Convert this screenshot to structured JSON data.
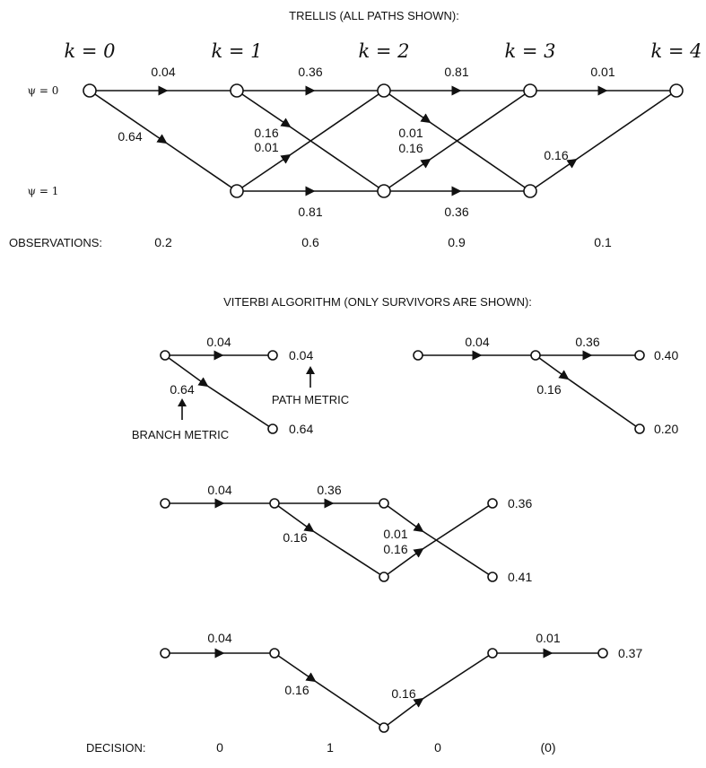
{
  "trellis": {
    "title": "TRELLIS (ALL PATHS SHOWN):",
    "stages": [
      "k = 0",
      "k = 1",
      "k = 2",
      "k = 3",
      "k = 4"
    ],
    "states": [
      "ψ = 0",
      "ψ = 1"
    ],
    "observations_label": "OBSERVATIONS:",
    "observations": [
      "0.2",
      "0.6",
      "0.9",
      "0.1"
    ],
    "branches": [
      {
        "from": [
          0,
          0
        ],
        "to": [
          1,
          0
        ],
        "metric": "0.04"
      },
      {
        "from": [
          0,
          0
        ],
        "to": [
          1,
          1
        ],
        "metric": "0.64"
      },
      {
        "from": [
          1,
          0
        ],
        "to": [
          2,
          0
        ],
        "metric": "0.36"
      },
      {
        "from": [
          1,
          0
        ],
        "to": [
          2,
          1
        ],
        "metric": "0.16"
      },
      {
        "from": [
          1,
          1
        ],
        "to": [
          2,
          0
        ],
        "metric": "0.01"
      },
      {
        "from": [
          1,
          1
        ],
        "to": [
          2,
          1
        ],
        "metric": "0.81"
      },
      {
        "from": [
          2,
          0
        ],
        "to": [
          3,
          0
        ],
        "metric": "0.81"
      },
      {
        "from": [
          2,
          0
        ],
        "to": [
          3,
          1
        ],
        "metric": "0.01"
      },
      {
        "from": [
          2,
          1
        ],
        "to": [
          3,
          0
        ],
        "metric": "0.16"
      },
      {
        "from": [
          2,
          1
        ],
        "to": [
          3,
          1
        ],
        "metric": "0.36"
      },
      {
        "from": [
          3,
          0
        ],
        "to": [
          4,
          0
        ],
        "metric": "0.01"
      },
      {
        "from": [
          3,
          1
        ],
        "to": [
          4,
          0
        ],
        "metric": "0.16"
      }
    ]
  },
  "viterbi": {
    "title": "VITERBI ALGORITHM (ONLY SURVIVORS ARE SHOWN):",
    "branch_metric_label": "BRANCH METRIC",
    "path_metric_label": "PATH METRIC",
    "step1": {
      "metrics": [
        "0.04",
        "0.64"
      ],
      "path_metrics": [
        "0.04",
        "0.64"
      ]
    },
    "step2": {
      "metrics": [
        "0.04",
        "0.36",
        "0.16"
      ],
      "path_metrics": [
        "0.40",
        "0.20"
      ]
    },
    "step3": {
      "metrics": [
        "0.04",
        "0.36",
        "0.16",
        "0.01",
        "0.16"
      ],
      "path_metrics": [
        "0.36",
        "0.41"
      ]
    },
    "step4": {
      "metrics": [
        "0.04",
        "0.16",
        "0.16",
        "0.01"
      ],
      "path_metrics": [
        "0.37"
      ]
    }
  },
  "decision": {
    "label": "DECISION:",
    "values": [
      "0",
      "1",
      "0",
      "(0)"
    ]
  }
}
